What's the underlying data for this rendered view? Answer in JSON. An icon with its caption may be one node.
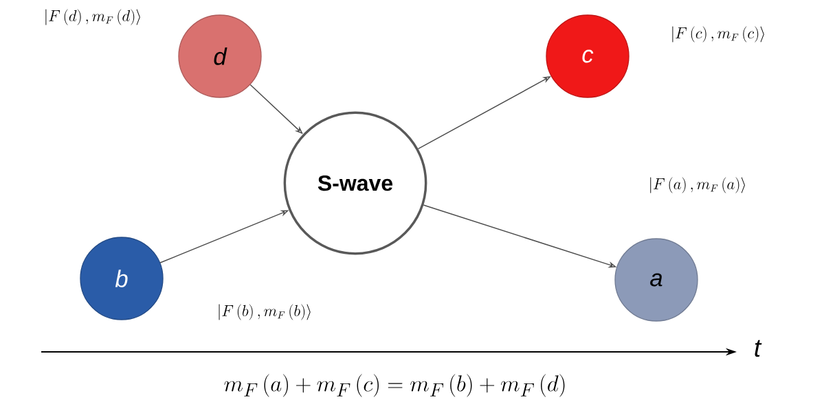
{
  "diagram": {
    "nodes": [
      {
        "text": [
          "S-wave"
        ]
      },
      {
        "text": [
          "d"
        ]
      },
      {
        "text": [
          "c"
        ]
      },
      {
        "text": [
          "b"
        ]
      },
      {
        "text": [
          "a"
        ]
      }
    ],
    "edges": [
      {
        "from": 1,
        "to": 0,
        "arrow": "to"
      },
      {
        "from": 3,
        "to": 0,
        "arrow": "to"
      },
      {
        "from": 0,
        "to": 2,
        "arrow": "to"
      },
      {
        "from": 0,
        "to": 4,
        "arrow": "to"
      }
    ],
    "labels": [
      "|F\\left(d\\right),m_F\\left(d\\right)\\rangle",
      "|F\\left(c\\right),m_F\\left(c\\right)\\rangle",
      "|F\\left(a\\right),m_F\\left(a\\right)\\rangle",
      "|F\\left(b\\right),m_F\\left(b\\right)\\rangle",
      "t",
      "m_F\\left(a\\right)+m_F\\left(c\\right)=m_F\\left(b\\right)+m_F\\left(d\\right)"
    ]
  }
}
